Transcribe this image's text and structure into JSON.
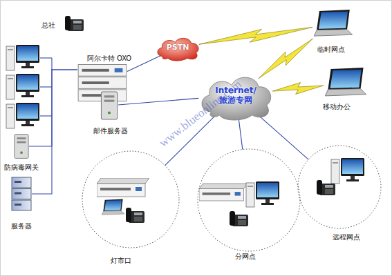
{
  "diagram": {
    "nodes": [
      {
        "text": [
          "PSTN"
        ]
      },
      {
        "text": [
          "临时网点"
        ]
      },
      {
        "text": [
          "阿尔卡特 OXO"
        ]
      },
      {
        "text": [
          "移动办公"
        ]
      },
      {
        "text": [
          "Internet/ 旅游专网"
        ]
      },
      {
        "text": [
          "邮件服务器"
        ]
      },
      {
        "text": [
          "防病毒网关"
        ]
      },
      {
        "text": [
          "灯市口"
        ]
      },
      {
        "text": [
          "分网点"
        ]
      },
      {
        "text": [
          "远程网点"
        ]
      },
      {
        "text": [
          "服务器"
        ]
      }
    ],
    "edges": [
      {
        "from": 2,
        "to": 0,
        "arrow": "none"
      },
      {
        "from": 0,
        "to": 1,
        "arrow": "none"
      },
      {
        "from": 5,
        "to": 4,
        "arrow": "none"
      },
      {
        "from": 4,
        "to": 1,
        "arrow": "none"
      },
      {
        "from": 4,
        "to": 3,
        "arrow": "none"
      },
      {
        "from": 4,
        "to": 7,
        "arrow": "none"
      },
      {
        "from": 4,
        "to": 8,
        "arrow": "none"
      },
      {
        "from": 4,
        "to": 9,
        "arrow": "none"
      },
      {
        "from": 2,
        "to": 6,
        "arrow": "none"
      },
      {
        "from": 2,
        "to": 10,
        "arrow": "none"
      }
    ],
    "labels": [
      "总社",
      "www.blueonline.com"
    ]
  }
}
